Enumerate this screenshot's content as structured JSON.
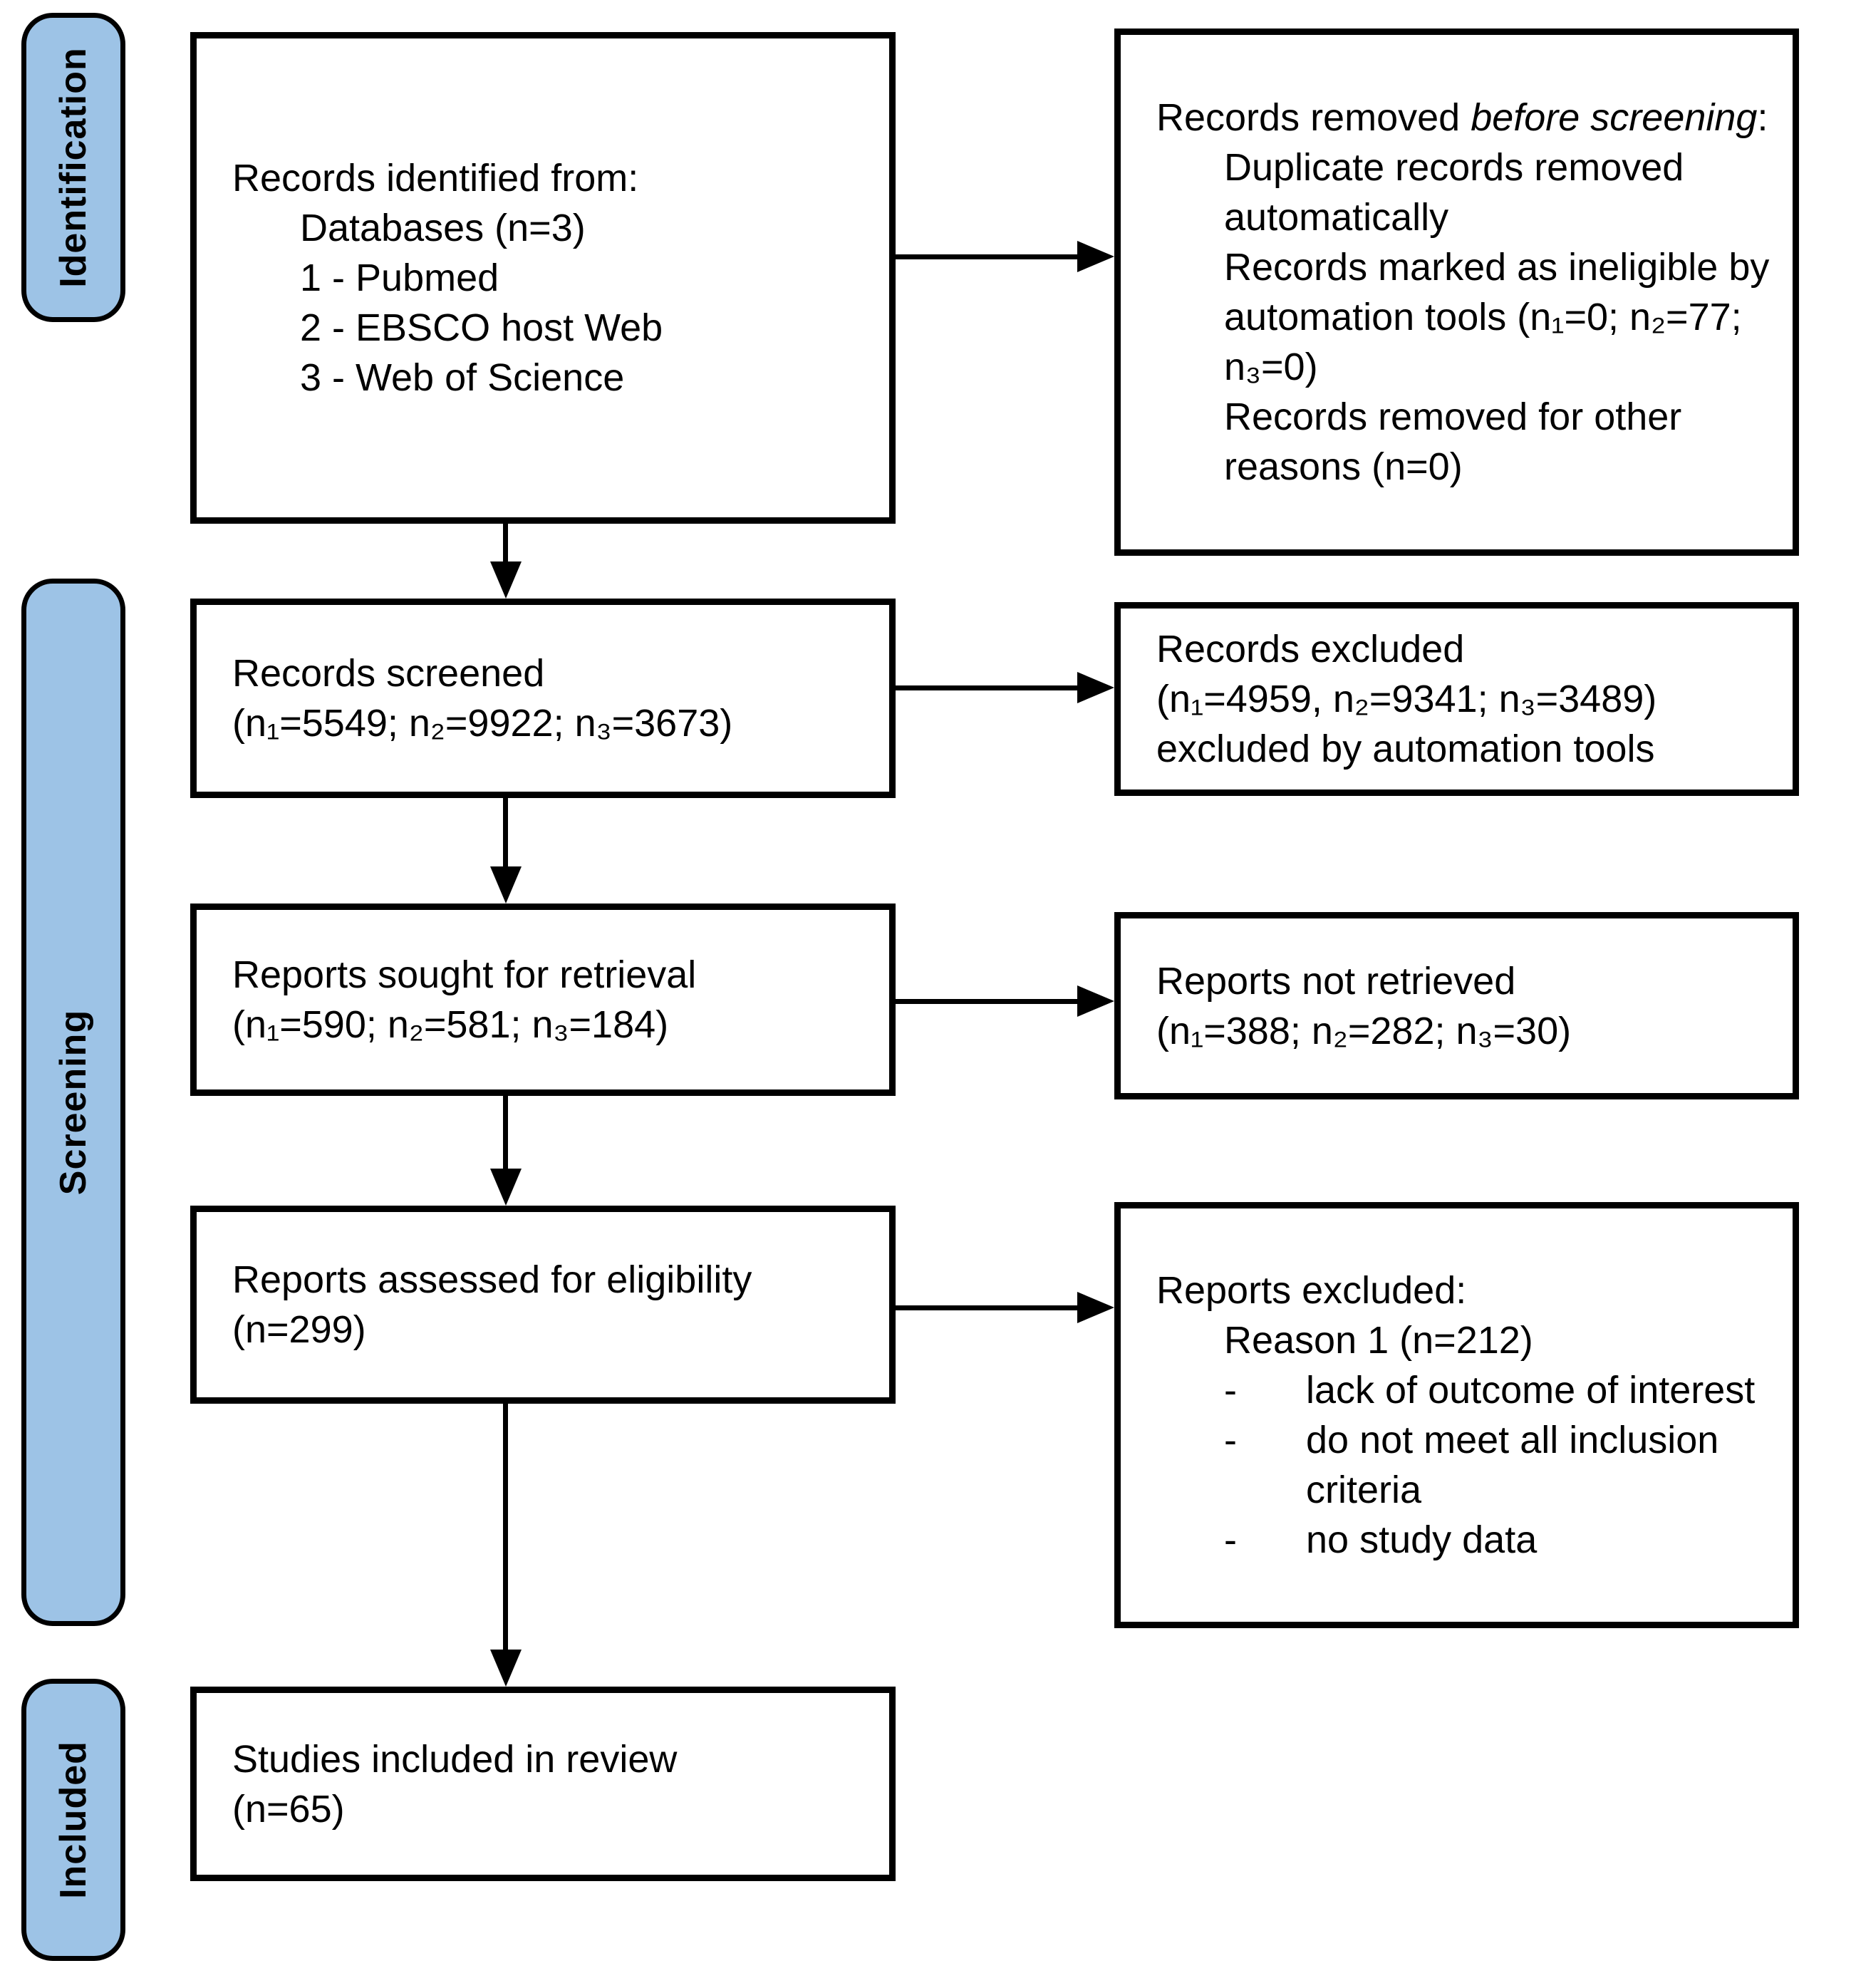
{
  "palette": {
    "background": "#FFFFFF",
    "box_border": "#000000",
    "text": "#000000",
    "stage_fill": "#9DC3E6"
  },
  "sidebar": {
    "stages": [
      {
        "label": "Identification"
      },
      {
        "label": "Screening"
      },
      {
        "label": "Included"
      }
    ]
  },
  "boxes": {
    "records_identified": {
      "lines": [
        {
          "t": "Records identified from:",
          "ind": 0
        },
        {
          "t": "Databases (n=3)",
          "ind": 1
        },
        {
          "t": "1 - Pubmed",
          "ind": 1
        },
        {
          "t": "2 - EBSCO host Web",
          "ind": 1
        },
        {
          "t": "3 - Web of Science",
          "ind": 1
        }
      ]
    },
    "removed_before_screening": {
      "lines": [
        {
          "seg": [
            {
              "t": "Records removed "
            },
            {
              "t": "before screening",
              "i": true
            },
            {
              "t": ":"
            }
          ],
          "ind": 0
        },
        {
          "t": "Duplicate records removed automatically",
          "ind": 1
        },
        {
          "t": "Records marked as ineligible by automation tools (n₁=0; n₂=77; n₃=0)",
          "ind": 1
        },
        {
          "t": "Records removed for other reasons (n=0)",
          "ind": 1
        }
      ]
    },
    "records_screened": {
      "lines": [
        {
          "t": "Records screened",
          "ind": 0
        },
        {
          "t": "(n₁=5549; n₂=9922; n₃=3673)",
          "ind": 0
        }
      ]
    },
    "records_excluded": {
      "lines": [
        {
          "t": "Records excluded",
          "ind": 0
        },
        {
          "t": "(n₁=4959, n₂=9341; n₃=3489)",
          "ind": 0
        },
        {
          "t": "excluded by automation tools",
          "ind": 0
        }
      ]
    },
    "reports_sought": {
      "lines": [
        {
          "t": "Reports sought for retrieval",
          "ind": 0
        },
        {
          "t": "(n₁=590; n₂=581; n₃=184)",
          "ind": 0
        }
      ]
    },
    "reports_not_retrieved": {
      "lines": [
        {
          "t": "Reports not retrieved",
          "ind": 0
        },
        {
          "t": "(n₁=388; n₂=282; n₃=30)",
          "ind": 0
        }
      ]
    },
    "reports_assessed": {
      "lines": [
        {
          "t": "Reports assessed for eligibility",
          "ind": 0
        },
        {
          "t": "(n=299)",
          "ind": 0
        }
      ]
    },
    "reports_excluded": {
      "lines": [
        {
          "t": "Reports excluded:",
          "ind": 0
        },
        {
          "t": "Reason 1 (n=212)",
          "ind": 1
        },
        {
          "t": "lack of outcome of interest",
          "ind": 1,
          "bullet": "-"
        },
        {
          "t": "do not meet all inclusion criteria",
          "ind": 1,
          "bullet": "-"
        },
        {
          "t": "no study data",
          "ind": 1,
          "bullet": "-"
        }
      ]
    },
    "studies_included": {
      "lines": [
        {
          "t": "Studies included in review",
          "ind": 0
        },
        {
          "t": "(n=65)",
          "ind": 0
        }
      ]
    }
  }
}
